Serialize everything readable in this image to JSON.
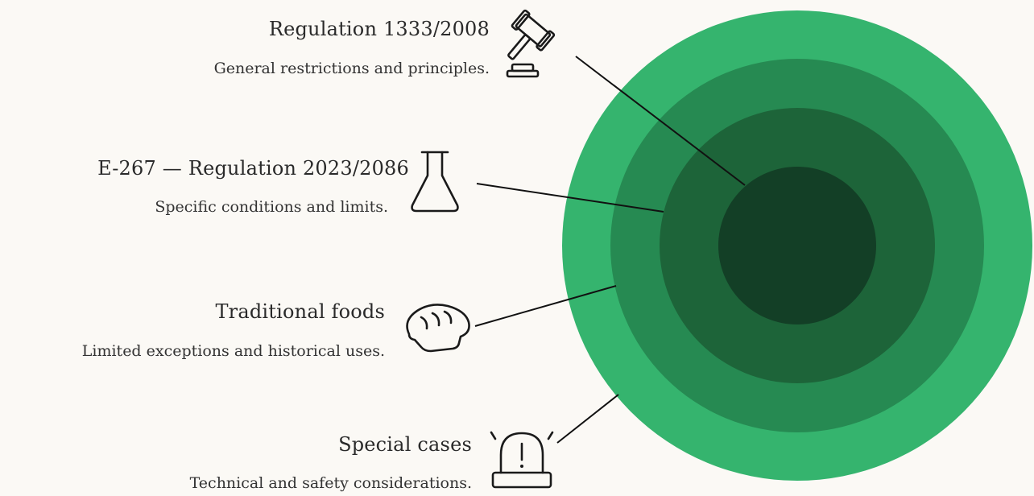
{
  "layers": [
    {
      "title": "Regulation 1333/2008",
      "description": "General restrictions and principles.",
      "icon": "gavel-icon"
    },
    {
      "title": "E-267 — Regulation 2023/2086",
      "description": "Specific conditions and limits.",
      "icon": "flask-icon"
    },
    {
      "title": "Traditional foods",
      "description": "Limited exceptions and historical uses.",
      "icon": "bread-icon"
    },
    {
      "title": "Special cases",
      "description": "Technical and safety considerations.",
      "icon": "alarm-icon"
    }
  ],
  "colors": {
    "ring_outer": "#35b46e",
    "ring_2": "#268a52",
    "ring_3": "#1d6439",
    "ring_core": "#133f26",
    "background": "#fbf9f5",
    "ink": "#1a1a1a"
  }
}
